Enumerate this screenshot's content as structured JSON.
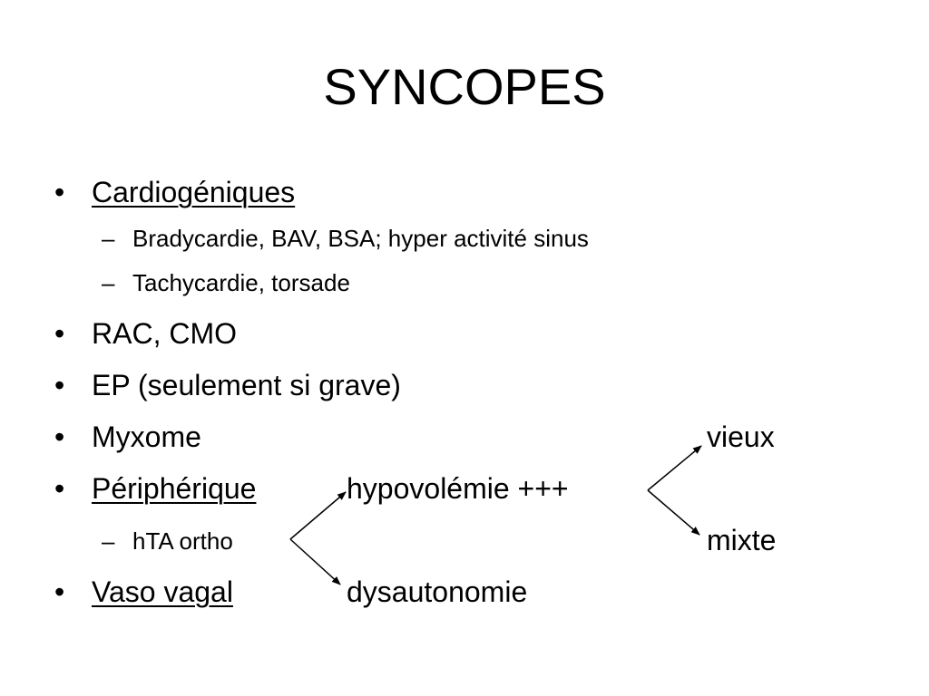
{
  "slide": {
    "title": "SYNCOPES",
    "bullet_glyph": "•",
    "dash_glyph": "–",
    "items": [
      {
        "label": "Cardiogéniques"
      },
      {
        "label": "Bradycardie, BAV, BSA; hyper activité sinus"
      },
      {
        "label": "Tachycardie, torsade"
      },
      {
        "label": "RAC, CMO"
      },
      {
        "label": "EP (seulement si grave)"
      },
      {
        "label": "Myxome"
      },
      {
        "label": "Périphérique"
      },
      {
        "label": "hTA ortho"
      },
      {
        "label": "Vaso vagal"
      }
    ],
    "annotations": {
      "hypovolemie": "hypovolémie +++",
      "dysautonomie": "dysautonomie",
      "vieux": "vieux",
      "mixte": "mixte"
    }
  }
}
